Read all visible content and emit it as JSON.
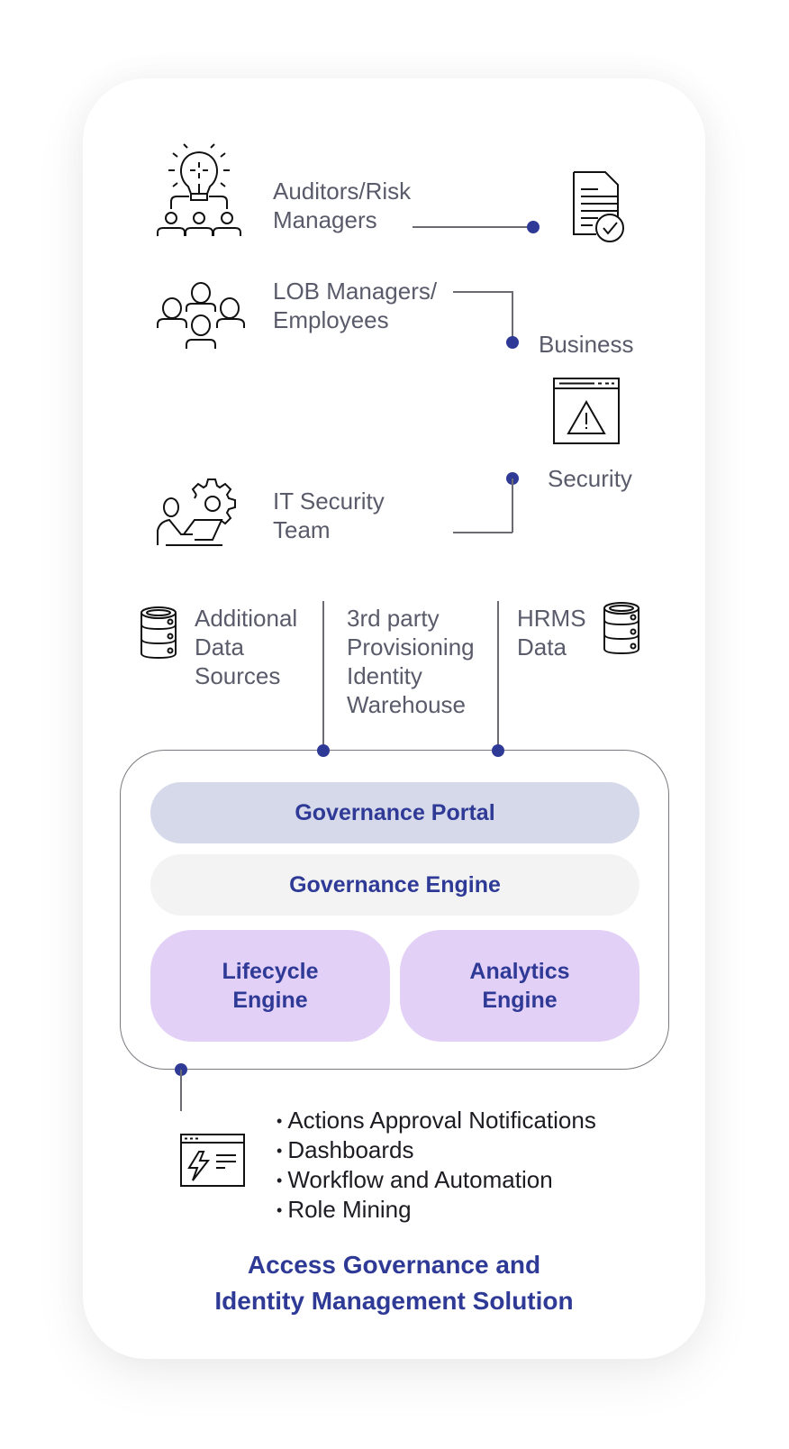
{
  "colors": {
    "accent": "#2e3a96",
    "connector": "#6b6b72",
    "label_text": "#5a5b6a",
    "portal_bg": "#d6d9ea",
    "engine_bg": "#f3f3f4",
    "module_bg": "#e3d0f7"
  },
  "stakeholders": [
    {
      "label": "Auditors/Risk\nManagers",
      "icon": "auditor-lightbulb-team-icon"
    },
    {
      "label": "LOB Managers/\nEmployees",
      "icon": "people-group-icon"
    },
    {
      "label": "IT Security\nTeam",
      "icon": "it-security-gear-laptop-icon"
    }
  ],
  "outputs": {
    "compliance_icon": "document-check-icon",
    "business_label": "Business",
    "security_icon": "browser-warning-icon",
    "security_label": "Security"
  },
  "sources": [
    {
      "label": "Additional\nData\nSources",
      "icon": "database-icon"
    },
    {
      "label": "3rd party\nProvisioning\nIdentity\nWarehouse"
    },
    {
      "label": "HRMS\nData",
      "icon": "database-icon"
    }
  ],
  "platform": {
    "portal": "Governance Portal",
    "engine": "Governance Engine",
    "modules": [
      "Lifecycle\nEngine",
      "Analytics\nEngine"
    ]
  },
  "features": {
    "icon": "browser-lightning-icon",
    "items": [
      "Actions Approval Notifications",
      "Dashboards",
      "Workflow and Automation",
      "Role Mining"
    ]
  },
  "footer": {
    "title": "Access Governance and\nIdentity Management Solution"
  }
}
